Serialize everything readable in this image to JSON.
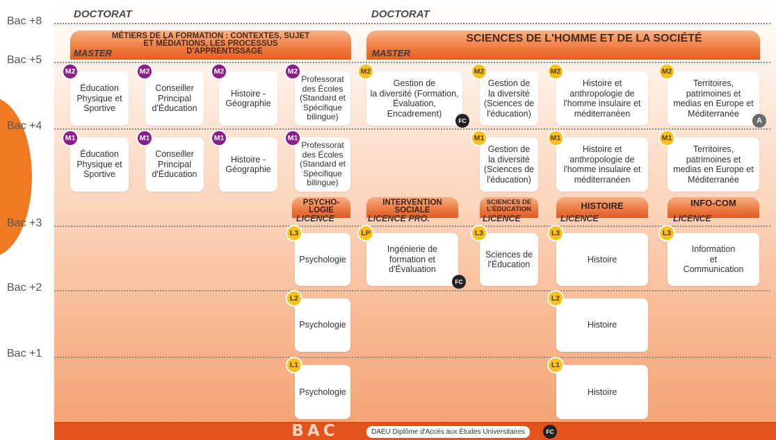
{
  "levels": {
    "bac8": "Bac +8",
    "bac5": "Bac +5",
    "bac4": "Bac +4",
    "bac3": "Bac +3",
    "bac2": "Bac +2",
    "bac1": "Bac +1"
  },
  "doctorat": {
    "left": "DOCTORAT",
    "right": "DOCTORAT"
  },
  "banners": {
    "meef": {
      "title_line1": "MÉTIERS DE LA FORMATION : CONTEXTES, SUJET",
      "title_line2": "ET MÉDIATIONS, LES PROCESSUS",
      "title_line3": "D'APPRENTISSAGE",
      "subtitle": "MASTER"
    },
    "shs": {
      "title": "SCIENCES DE L'HOMME ET DE LA SOCIÉTÉ",
      "subtitle": "MASTER"
    }
  },
  "col_headers": {
    "psycho": {
      "title_line1": "PSYCHO-",
      "title_line2": "LOGIE",
      "subtitle": "LICENCE"
    },
    "intervention": {
      "title_line1": "INTERVENTION",
      "title_line2": "SOCIALE",
      "subtitle": "LICENCE PRO."
    },
    "education": {
      "title_line1": "SCIENCES DE",
      "title_line2": "L'ÉDUCATION",
      "subtitle": "LICENCE"
    },
    "histoire": {
      "title": "HISTOIRE",
      "subtitle": "LICENCE"
    },
    "infocom": {
      "title": "INFO-COM",
      "subtitle": "LICENCE"
    }
  },
  "badges": {
    "m2": "M2",
    "m1": "M1",
    "l3": "L3",
    "l2": "L2",
    "l1": "L1",
    "lp": "LP",
    "fc": "FC",
    "a": "A"
  },
  "cards": {
    "m2_eps": "Éducation\nPhysique et\nSportive",
    "m2_cpe": "Conseiller\nPrincipal\nd'Éducation",
    "m2_hg": "Histoire -\nGéographie",
    "m2_pe": "Professorat\ndes Écoles\n(Standard et\nSpécifique\nbilingue)",
    "m2_gdiv_form": "Gestion de\nla diversité (Formation,\nÉvaluation,\nEncadrement)",
    "m2_gdiv_sci": "Gestion de\nla diversité\n(Sciences de\nl'éducation)",
    "m2_hist": "Histoire et\nanthropologie de\nl'homme insulaire et\nméditerranéen",
    "m2_terr": "Territoires,\npatrimoines et\nmedias en Europe et\nMéditerranée",
    "m1_eps": "Éducation\nPhysique et\nSportive",
    "m1_cpe": "Conseiller\nPrincipal\nd'Éducation",
    "m1_hg": "Histoire -\nGéographie",
    "m1_pe": "Professorat\ndes Écoles\n(Standard et\nSpécifique\nbilingue)",
    "m1_gdiv_sci": "Gestion de\nla diversité\n(Sciences de\nl'éducation)",
    "m1_hist": "Histoire et\nanthropologie de\nl'homme insulaire et\nméditerranéen",
    "m1_terr": "Territoires,\npatrimoines et\nmedias en Europe et\nMéditerranée",
    "l3_psy": "Psychologie",
    "lp_ing": "Ingénierie de\nformation et\nd'Évaluation",
    "l3_educ": "Sciences de\nl'Éducation",
    "l3_hist": "Histoire",
    "l3_info": "Information\net\nCommunication",
    "l2_psy": "Psychologie",
    "l2_hist": "Histoire",
    "l1_psy": "Psychologie",
    "l1_hist": "Histoire"
  },
  "footer": {
    "bac": "BAC",
    "daeu": "DAEU Diplôme d'Accès aux Études Universitaires"
  },
  "colors": {
    "purple_badge": "#8b1e8a",
    "yellow_badge": "#f8c21a",
    "banner_orange": "#e35f22",
    "bac_bar": "#e5531d"
  }
}
